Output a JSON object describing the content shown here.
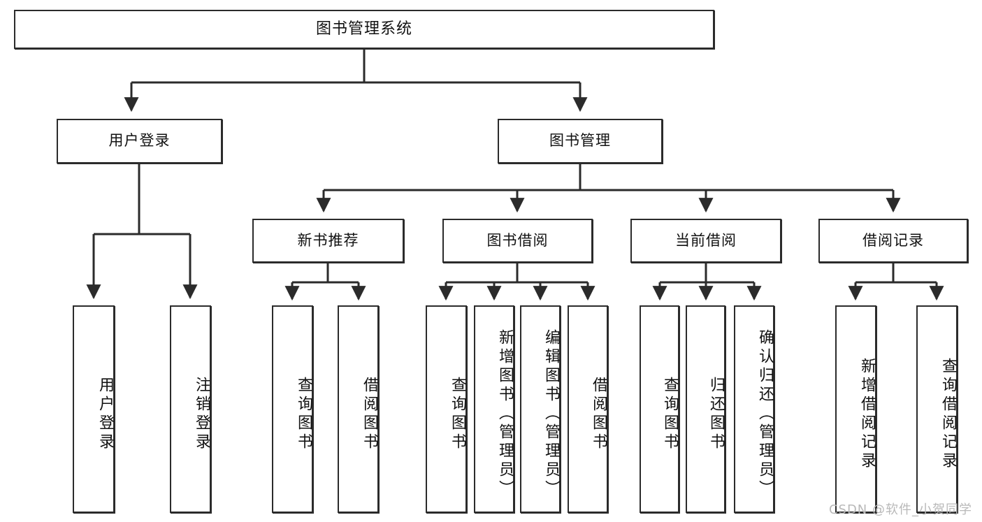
{
  "diagram": {
    "title": "图书管理系统",
    "type": "hierarchy-tree",
    "line_color": "#2b2b2b",
    "box_fill": "#ffffff",
    "text_color": "#111111",
    "levels": 3,
    "root": {
      "label": "图书管理系统"
    },
    "level2": [
      {
        "id": "user-login",
        "label": "用户登录"
      },
      {
        "id": "book-manage",
        "label": "图书管理"
      }
    ],
    "level3": [
      {
        "id": "new-book-recommend",
        "label": "新书推荐",
        "parent": "book-manage"
      },
      {
        "id": "book-borrow",
        "label": "图书借阅",
        "parent": "book-manage"
      },
      {
        "id": "current-borrow",
        "label": "当前借阅",
        "parent": "book-manage"
      },
      {
        "id": "borrow-record",
        "label": "借阅记录",
        "parent": "book-manage"
      }
    ],
    "leaves": {
      "user_login": [
        {
          "id": "leaf-user-login",
          "label": "用户登录"
        },
        {
          "id": "leaf-logout-login",
          "label": "注销登录"
        }
      ],
      "new_book_recommend": [
        {
          "id": "leaf-query-book-1",
          "label": "查询图书"
        },
        {
          "id": "leaf-borrow-book-1",
          "label": "借阅图书"
        }
      ],
      "book_borrow": [
        {
          "id": "leaf-query-book-2",
          "label": "查询图书"
        },
        {
          "id": "leaf-add-book",
          "label": "新增图书（管理员）"
        },
        {
          "id": "leaf-edit-book",
          "label": "编辑图书（管理员）"
        },
        {
          "id": "leaf-borrow-book-2",
          "label": "借阅图书"
        }
      ],
      "current_borrow": [
        {
          "id": "leaf-query-book-3",
          "label": "查询图书"
        },
        {
          "id": "leaf-return-book",
          "label": "归还图书"
        },
        {
          "id": "leaf-confirm-return",
          "label": "确认归还（管理员）"
        }
      ],
      "borrow_record": [
        {
          "id": "leaf-add-record",
          "label": "新增借阅记录"
        },
        {
          "id": "leaf-query-record",
          "label": "查询借阅记录"
        }
      ]
    }
  },
  "watermark": {
    "text": "CSDN @软件_小贺同学"
  }
}
